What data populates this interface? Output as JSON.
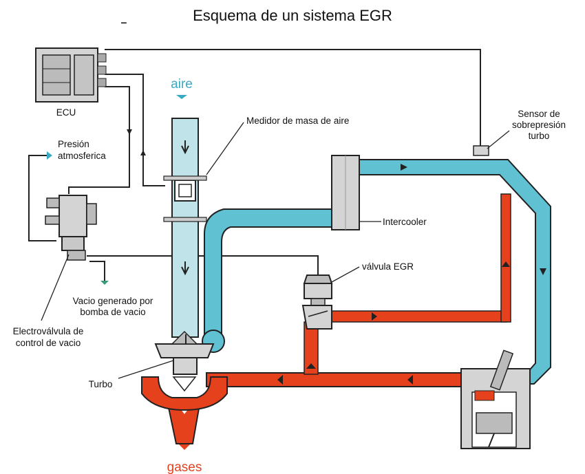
{
  "title": "Esquema de un sistema EGR",
  "labels": {
    "ecu": "ECU",
    "aire": "aire",
    "medidor": "Medidor de masa de aire",
    "presion_1": "Presión",
    "presion_2": "atmosferica",
    "sensor_1": "Sensor de",
    "sensor_2": "sobrepresión",
    "sensor_3": "turbo",
    "intercooler": "Intercooler",
    "valvula_egr": "válvula EGR",
    "vacio_1": "Vacio generado por",
    "vacio_2": "bomba de vacio",
    "electro_1": "Electroválvula de",
    "electro_2": "control de vacio",
    "turbo": "Turbo",
    "gases": "gases"
  },
  "colors": {
    "intake": "#bfe3e8",
    "pressurized": "#5fc1d2",
    "exhaust": "#e4411c",
    "outline": "#222222",
    "component": "#d4d4d4"
  }
}
